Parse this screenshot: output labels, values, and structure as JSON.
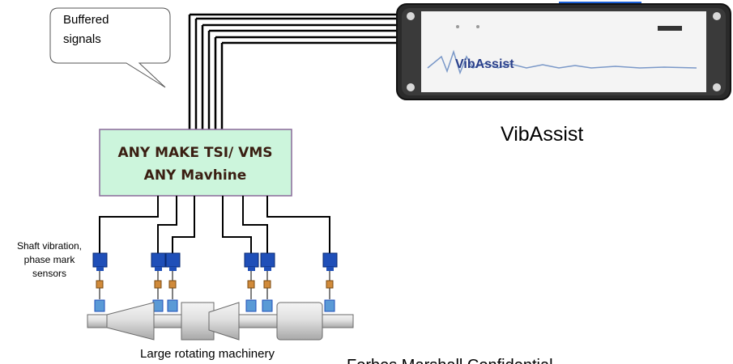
{
  "callout": {
    "text_line1": "Buffered",
    "text_line2": "signals"
  },
  "system_box": {
    "line1": "ANY MAKE TSI/ VMS",
    "line2": "ANY Mavhine"
  },
  "device": {
    "name": "VibAssist",
    "screen_logo": "VibAssist"
  },
  "sensors_label": {
    "line1": "Shaft vibration,",
    "line2": "phase mark",
    "line3": "sensors"
  },
  "machinery_label": "Large rotating machinery",
  "footer": "Forbes Marshall Confidential",
  "colors": {
    "box_fill": "#ccf5dc",
    "box_border": "#8a6a9a",
    "sensor_blue": "#1f4fb8",
    "probe_light": "#5a9ad6",
    "link_blue": "#1a5fd6",
    "device_frame": "#1a1a1a"
  }
}
